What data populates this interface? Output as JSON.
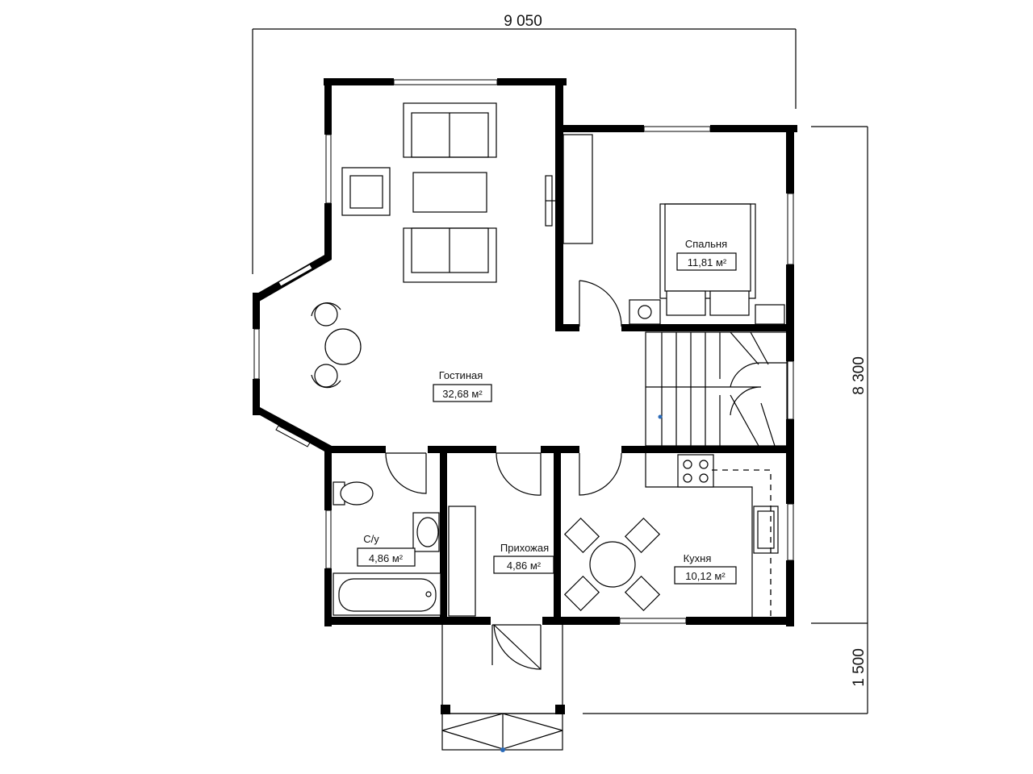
{
  "plan": {
    "dimensions": {
      "width": "9 050",
      "depth": "8 300",
      "porch": "1 500"
    },
    "rooms": [
      {
        "id": "living",
        "name": "Гостиная",
        "area": "32,68 м²"
      },
      {
        "id": "bedroom",
        "name": "Спальня",
        "area": "11,81 м²"
      },
      {
        "id": "bathroom",
        "name": "С/у",
        "area": "4,86 м²"
      },
      {
        "id": "hallway",
        "name": "Прихожая",
        "area": "4,86 м²"
      },
      {
        "id": "kitchen",
        "name": "Кухня",
        "area": "10,12 м²"
      }
    ],
    "line_color": "#000000",
    "background_color": "#ffffff"
  }
}
